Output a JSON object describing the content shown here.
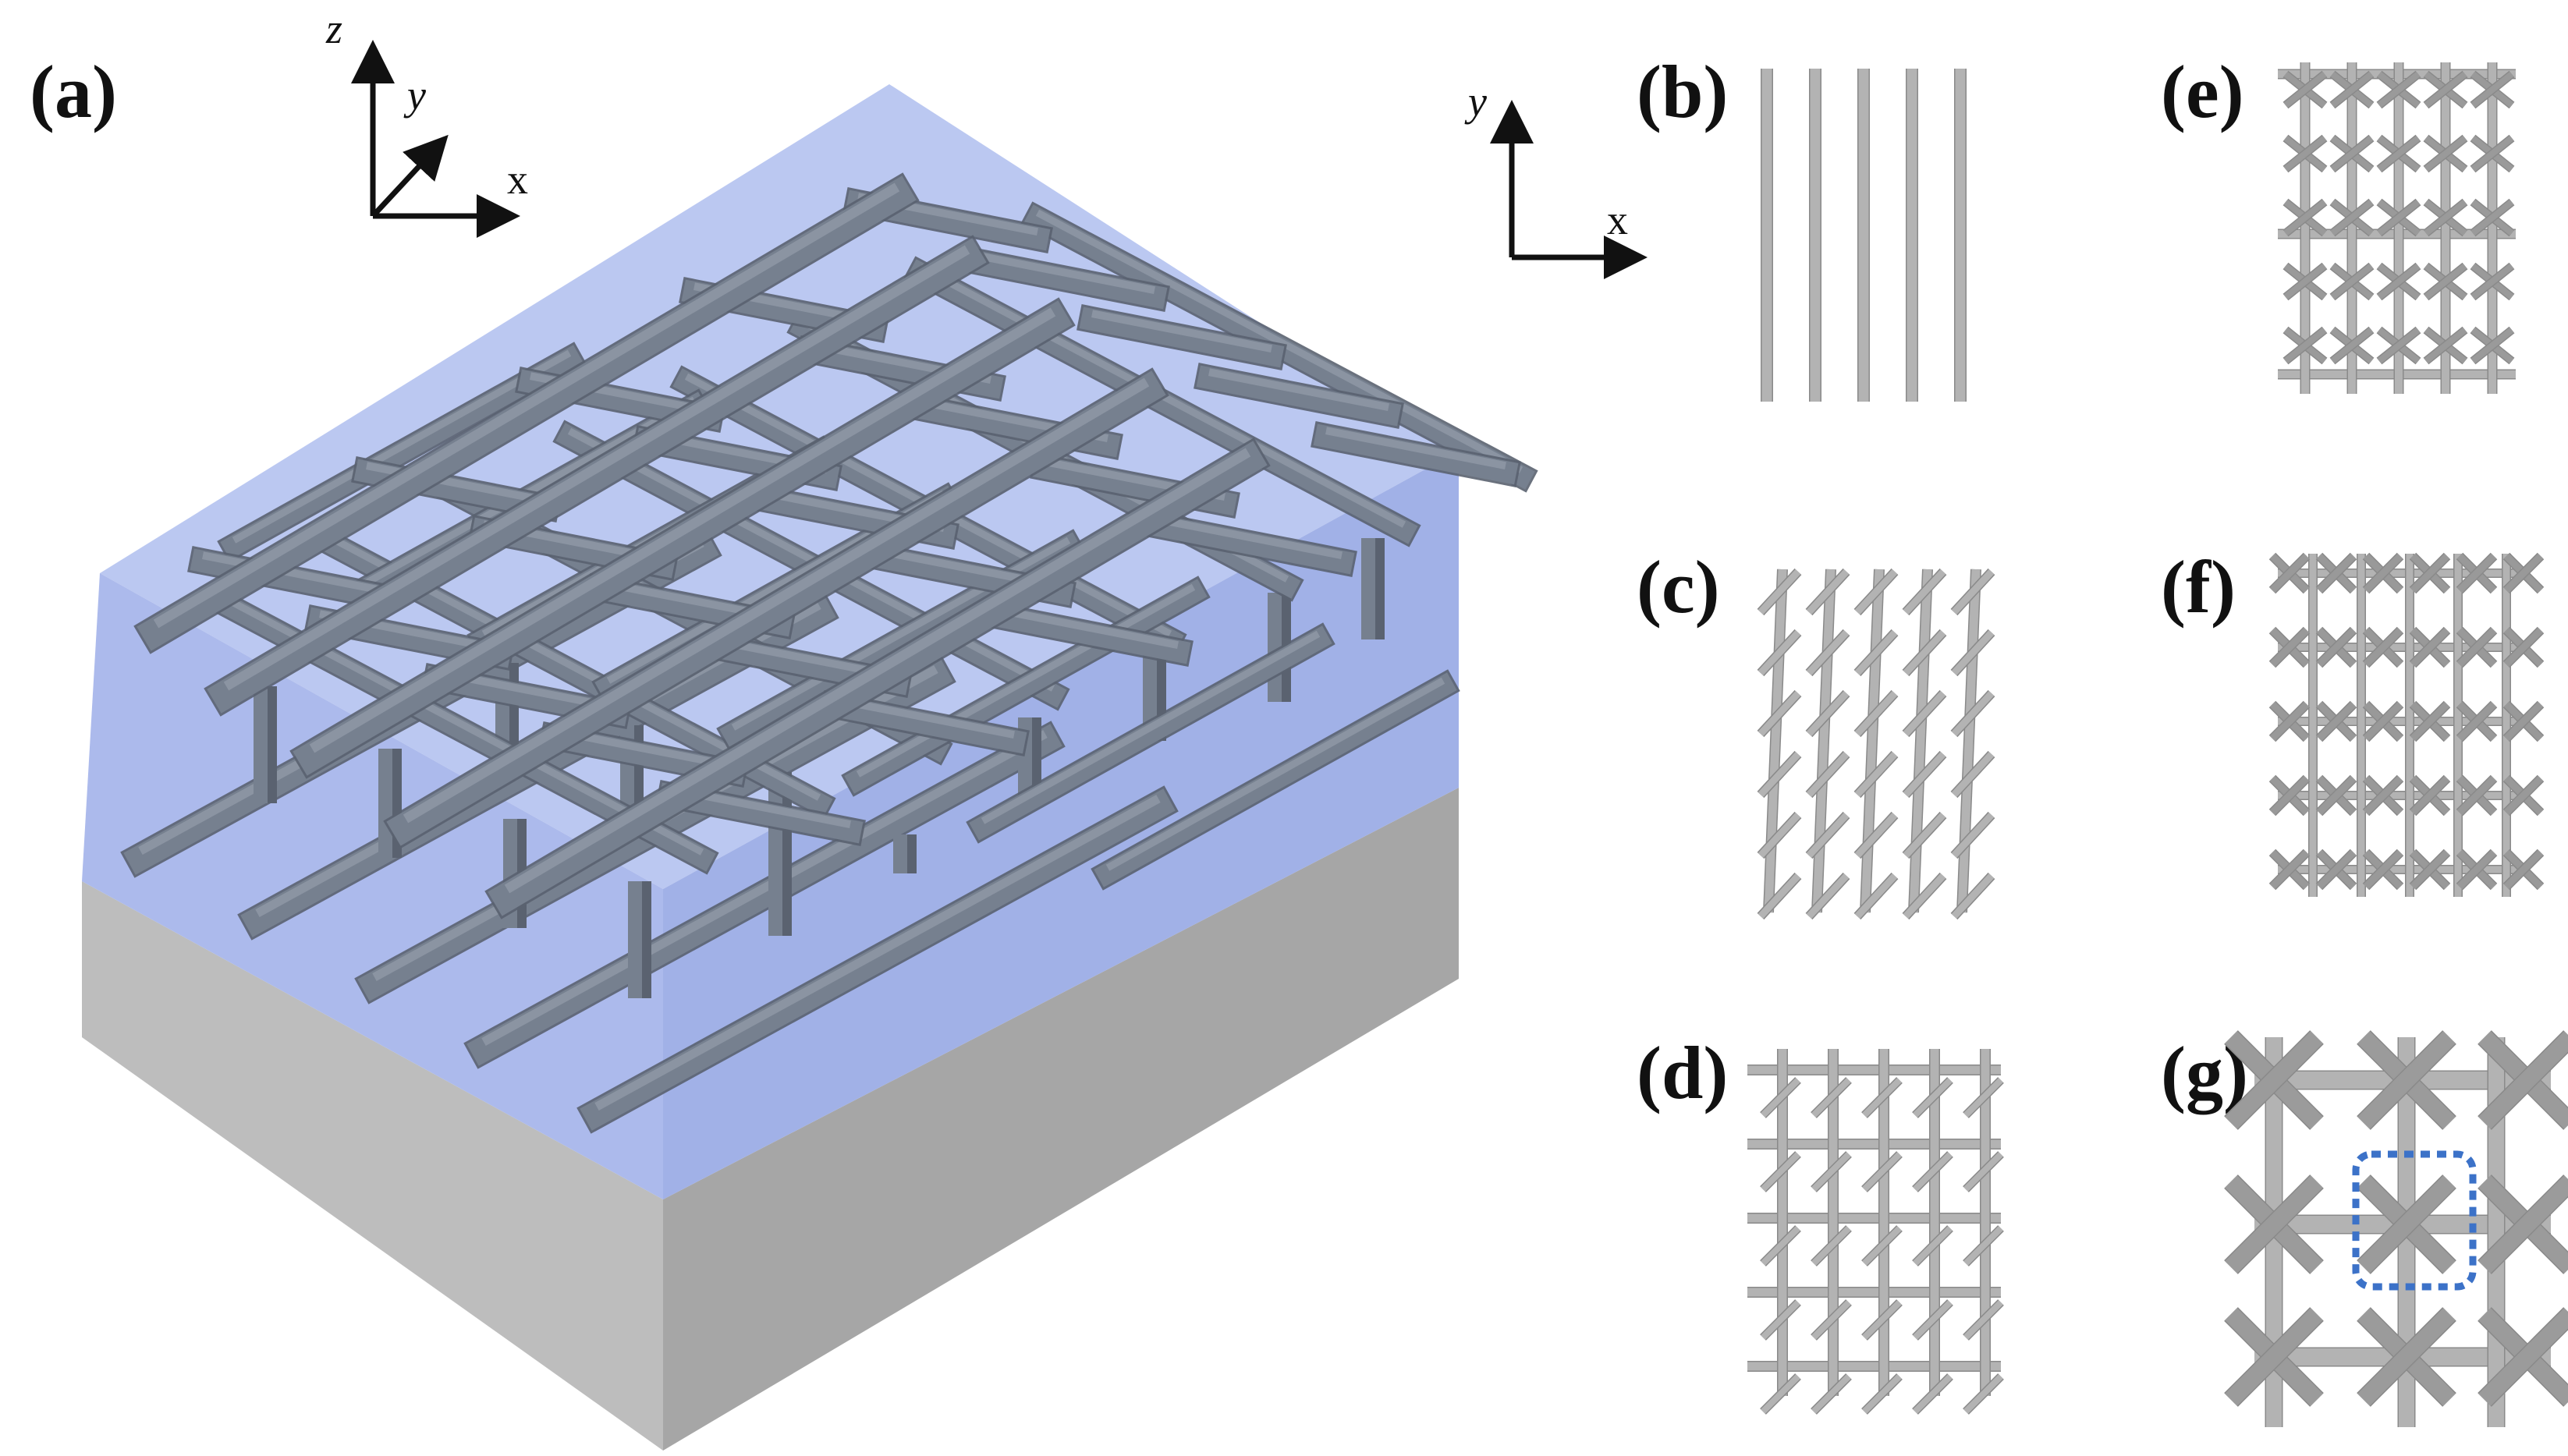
{
  "panels": {
    "a": "(a)",
    "b": "(b)",
    "c": "(c)",
    "d": "(d)",
    "e": "(e)",
    "f": "(f)",
    "g": "(g)"
  },
  "axes3d": {
    "z": "z",
    "y": "y",
    "x": "x"
  },
  "axes2d": {
    "y": "y",
    "x": "x"
  },
  "colors": {
    "rod": "#76808f",
    "rod_top": "#8e97a5",
    "rod_dark": "#5a6270",
    "cladding": "#a9b9ec",
    "substrate_top": "#cfcfcf",
    "substrate_front": "#bdbdbd",
    "substrate_side": "#a6a6a6",
    "rod2d": "#b3b3b3",
    "rod2d_dark": "#8a8a8a",
    "unit_cell": "#3c72c8"
  }
}
